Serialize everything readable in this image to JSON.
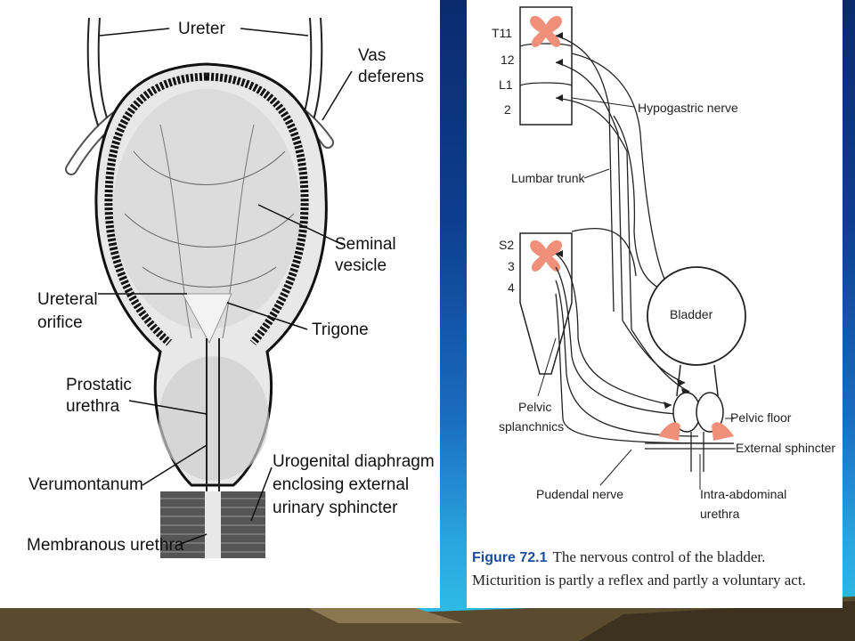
{
  "left_diagram": {
    "labels": {
      "ureter": "Ureter",
      "vas_deferens_1": "Vas",
      "vas_deferens_2": "deferens",
      "seminal_vesicle_1": "Seminal",
      "seminal_vesicle_2": "vesicle",
      "ureteral_orifice_1": "Ureteral",
      "ureteral_orifice_2": "orifice",
      "trigone": "Trigone",
      "prostatic_urethra_1": "Prostatic",
      "prostatic_urethra_2": "urethra",
      "verumontanum": "Verumontanum",
      "urogenital_1": "Urogenital diaphragm",
      "urogenital_2": "enclosing external",
      "urogenital_3": "urinary sphincter",
      "membranous_urethra": "Membranous urethra"
    }
  },
  "right_diagram": {
    "labels": {
      "t11": "T11",
      "t12": "12",
      "l1": "L1",
      "l2": "2",
      "hypogastric": "Hypogastric nerve",
      "lumbar_trunk": "Lumbar trunk",
      "s2": "S2",
      "s3": "3",
      "s4": "4",
      "bladder": "Bladder",
      "pelvic_splanchnics_1": "Pelvic",
      "pelvic_splanchnics_2": "splanchnics",
      "pelvic_floor": "Pelvic floor",
      "external_sphincter": "External sphincter",
      "pudendal_nerve": "Pudendal nerve",
      "intra_abdominal_1": "Intra-abdominal",
      "intra_abdominal_2": "urethra"
    },
    "caption": {
      "figure_label": "Figure 72.1",
      "text": "The nervous control of the bladder. Micturition is partly a reflex and partly a voluntary act."
    },
    "colors": {
      "spinal_gray": "#f0907a",
      "figure_label": "#1a4e9c"
    }
  }
}
